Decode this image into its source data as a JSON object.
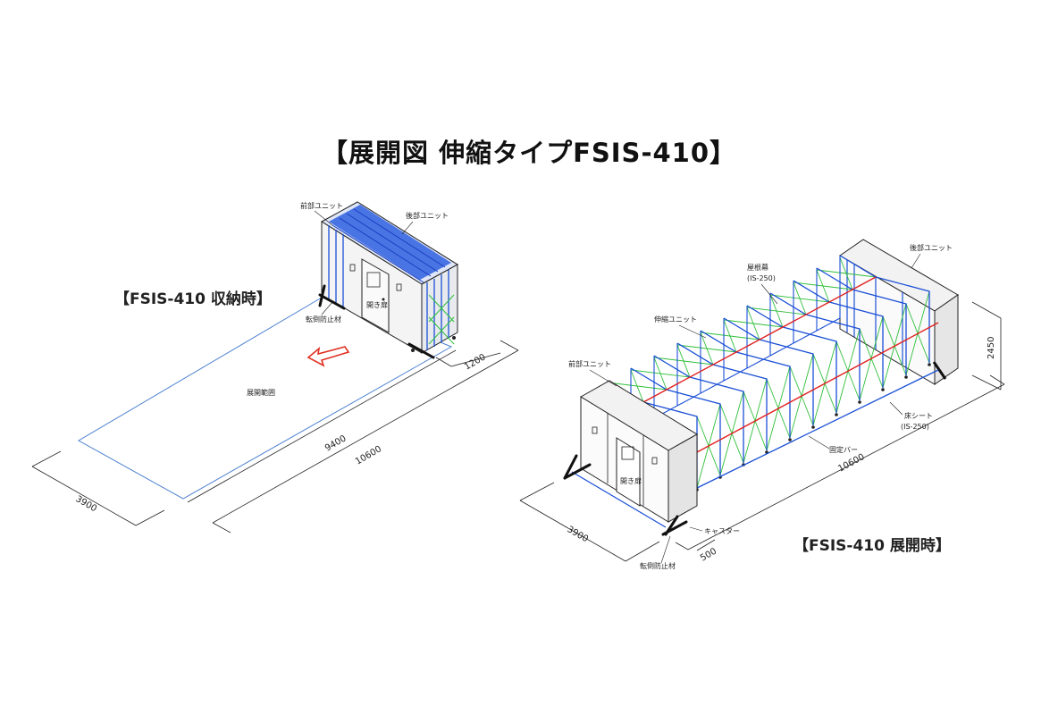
{
  "title": "【展開図  伸縮タイプFSIS-410】",
  "stored": {
    "caption": "【FSIS-410 収納時】",
    "labels": {
      "front_unit": "前部ユニット",
      "rear_unit": "後部ユニット",
      "door": "開き扉",
      "anti_tip": "転倒防止材",
      "deploy_range": "展開範囲"
    },
    "dims": {
      "unit_depth": "1200",
      "width": "3900",
      "range_length": "9400",
      "total_length": "10600"
    }
  },
  "deployed": {
    "caption": "【FSIS-410 展開時】",
    "labels": {
      "rear_unit": "後部ユニット",
      "roof_sheet": "屋根幕",
      "roof_sheet_code": "(IS-250)",
      "telescopic_unit": "伸縮ユニット",
      "front_unit": "前部ユニット",
      "floor_sheet": "床シート",
      "floor_sheet_code": "(IS-250)",
      "fixed_bar": "固定バー",
      "caster": "キャスター",
      "door": "開き扉",
      "anti_tip": "転倒防止材"
    },
    "dims": {
      "height": "2450",
      "total_length": "10600",
      "width": "3900",
      "offset": "500"
    }
  },
  "colors": {
    "frame_blue": "#1a4fd6",
    "cross_green": "#2fbf3a",
    "ridge_red": "#e02020",
    "outline": "#222222",
    "range_line": "#4a7fd0",
    "arrow_red": "#e03020"
  }
}
